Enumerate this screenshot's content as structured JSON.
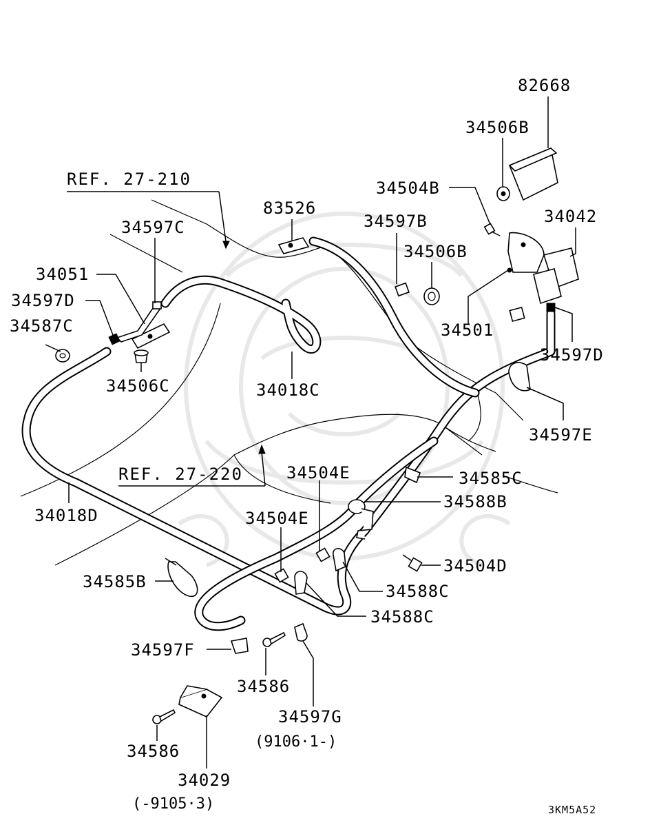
{
  "diagram": {
    "code": "3KM5A52",
    "references": [
      {
        "id": "ref-27-210",
        "text": "REF. 27-210"
      },
      {
        "id": "ref-27-220",
        "text": "REF. 27-220"
      }
    ],
    "callouts": [
      {
        "id": "82668",
        "text": "82668"
      },
      {
        "id": "34506B-a",
        "text": "34506B"
      },
      {
        "id": "34504B",
        "text": "34504B"
      },
      {
        "id": "34042",
        "text": "34042"
      },
      {
        "id": "83526",
        "text": "83526"
      },
      {
        "id": "34597B",
        "text": "34597B"
      },
      {
        "id": "34506B-b",
        "text": "34506B"
      },
      {
        "id": "34597C",
        "text": "34597C"
      },
      {
        "id": "34051",
        "text": "34051"
      },
      {
        "id": "34597D-a",
        "text": "34597D"
      },
      {
        "id": "34587C",
        "text": "34587C"
      },
      {
        "id": "34501",
        "text": "34501"
      },
      {
        "id": "34597D-b",
        "text": "34597D"
      },
      {
        "id": "34506C",
        "text": "34506C"
      },
      {
        "id": "34018C",
        "text": "34018C"
      },
      {
        "id": "34597E",
        "text": "34597E"
      },
      {
        "id": "34504E-a",
        "text": "34504E"
      },
      {
        "id": "34585C",
        "text": "34585C"
      },
      {
        "id": "34018D",
        "text": "34018D"
      },
      {
        "id": "34588B",
        "text": "34588B"
      },
      {
        "id": "34504E-b",
        "text": "34504E"
      },
      {
        "id": "34504D",
        "text": "34504D"
      },
      {
        "id": "34585B",
        "text": "34585B"
      },
      {
        "id": "34588C-a",
        "text": "34588C"
      },
      {
        "id": "34588C-b",
        "text": "34588C"
      },
      {
        "id": "34597F",
        "text": "34597F"
      },
      {
        "id": "34586-a",
        "text": "34586"
      },
      {
        "id": "34597G",
        "text": "34597G"
      },
      {
        "id": "34597G-date",
        "text": "(9106·1-)"
      },
      {
        "id": "34586-b",
        "text": "34586"
      },
      {
        "id": "34029",
        "text": "34029"
      },
      {
        "id": "34029-date",
        "text": "(-9105·3)"
      }
    ]
  }
}
